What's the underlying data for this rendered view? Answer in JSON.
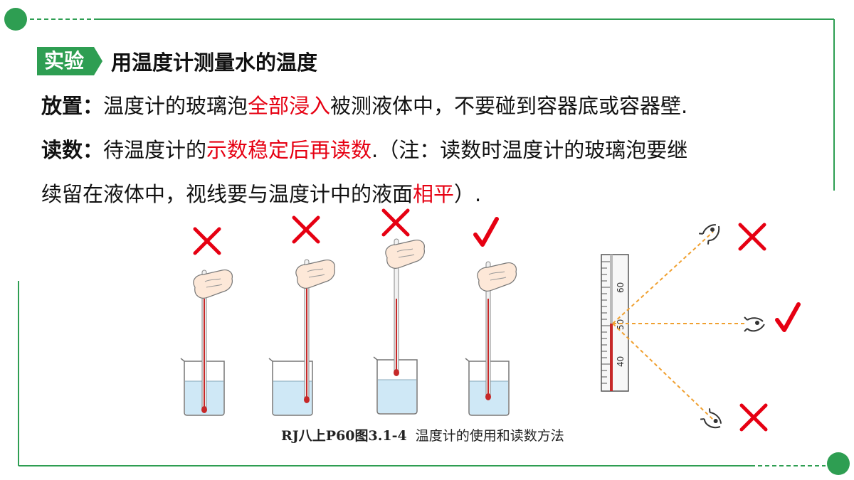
{
  "header": {
    "tag": "实验",
    "title": "用温度计测量水的温度"
  },
  "placement": {
    "label": "放置：",
    "text1": "温度计的玻璃泡",
    "highlight": "全部浸入",
    "text2": "被测液体中，不要碰到容器底或容器壁."
  },
  "reading": {
    "label": "读数：",
    "text1": "待温度计的",
    "highlight1": "示数稳定后再读数",
    "text2": ".（注：读数时温度计的玻璃泡要继",
    "text3": "续留在液体中，视线要与温度计中的液面",
    "highlight2": "相平",
    "text4": "）."
  },
  "figure": {
    "caption_source": "RJ八上P60图3.1-4",
    "caption_title": "温度计的使用和读数方法",
    "scale_labels": [
      "60",
      "50",
      "40"
    ],
    "marks": [
      "wrong",
      "wrong",
      "wrong",
      "correct"
    ],
    "sight_marks": [
      "wrong",
      "correct",
      "wrong"
    ]
  },
  "colors": {
    "green": "#2e9e52",
    "red": "#e60012",
    "water": "#cfe8f6",
    "sight_line": "#f0a030"
  }
}
